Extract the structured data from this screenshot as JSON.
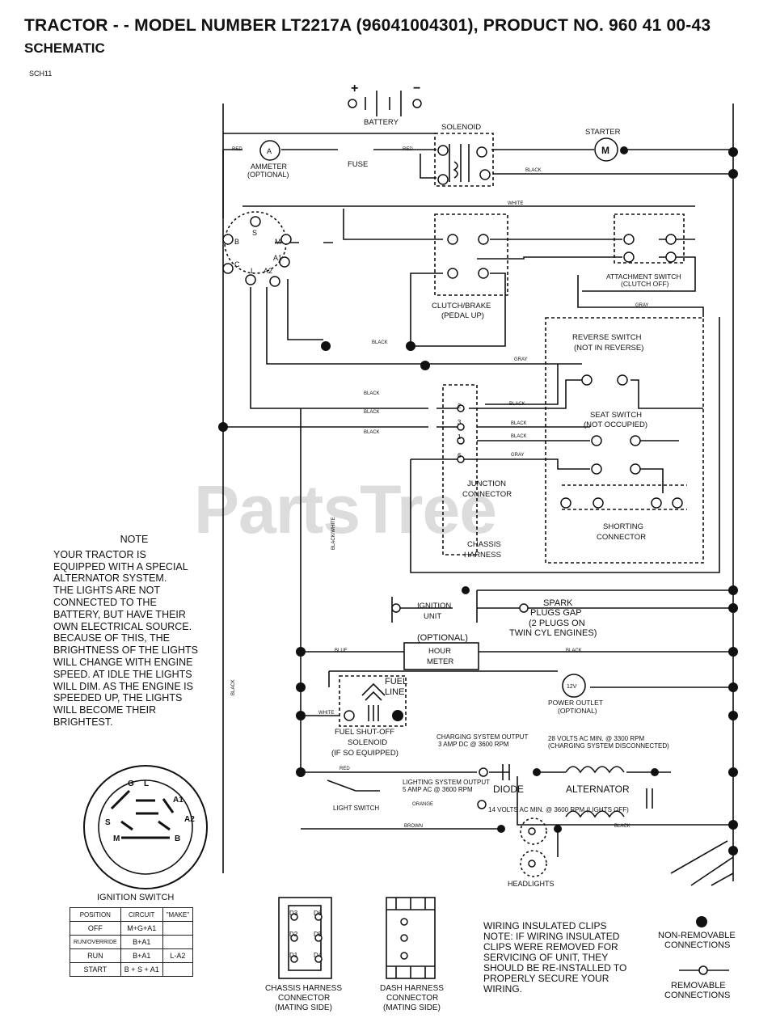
{
  "header": {
    "title": "TRACTOR - - MODEL NUMBER LT2217A (96041004301), PRODUCT NO. 960 41 00-43",
    "subtitle": "SCHEMATIC",
    "code": "SCH11"
  },
  "watermark": "PartsTree",
  "note": {
    "title": "NOTE",
    "lines": [
      "YOUR TRACTOR IS",
      "EQUIPPED WITH A SPECIAL",
      "ALTERNATOR SYSTEM.",
      "THE LIGHTS ARE NOT",
      "CONNECTED TO THE",
      "BATTERY, BUT HAVE THEIR",
      "OWN ELECTRICAL SOURCE.",
      "BECAUSE OF THIS, THE",
      "BRIGHTNESS OF THE LIGHTS",
      "WILL CHANGE WITH ENGINE",
      "SPEED.  AT IDLE THE LIGHTS",
      "WILL DIM.  AS THE ENGINE IS",
      "SPEEDED UP, THE LIGHTS",
      "WILL BECOME THEIR",
      "BRIGHTEST."
    ]
  },
  "components": {
    "battery": "BATTERY",
    "battery_plus": "+",
    "battery_minus": "−",
    "solenoid": "SOLENOID",
    "starter": "STARTER",
    "starter_symbol": "M",
    "ammeter": "AMMETER",
    "ammeter_optional": "(OPTIONAL)",
    "ammeter_symbol": "A",
    "fuse": "FUSE",
    "clutch_brake": "CLUTCH/BRAKE",
    "clutch_brake_sub": "(PEDAL UP)",
    "attachment_switch": "ATTACHMENT SWITCH",
    "attachment_switch_sub": "(CLUTCH OFF)",
    "reverse_switch": "REVERSE SWITCH",
    "reverse_switch_sub": "(NOT IN REVERSE)",
    "seat_switch": "SEAT SWITCH",
    "seat_switch_sub": "(NOT OCCUPIED)",
    "junction_connector": [
      "JUNCTION",
      "CONNECTOR"
    ],
    "shorting_connector": [
      "SHORTING",
      "CONNECTOR"
    ],
    "chassis_harness": [
      "CHASSIS",
      "HARNESS"
    ],
    "ignition_unit": [
      "IGNITION",
      "UNIT"
    ],
    "spark_plugs": [
      "SPARK",
      "PLUGS GAP",
      "(2 PLUGS ON",
      "TWIN CYL ENGINES)"
    ],
    "hour_meter_optional": "(OPTIONAL)",
    "hour_meter": [
      "HOUR",
      "METER"
    ],
    "fuel_line": [
      "FUEL",
      "LINE"
    ],
    "power_outlet": [
      "POWER OUTLET",
      "(OPTIONAL)"
    ],
    "power_outlet_symbol": "12V",
    "fuel_solenoid": [
      "FUEL SHUT-OFF",
      "SOLENOID",
      "(IF SO EQUIPPED)"
    ],
    "charging_output": [
      "CHARGING SYSTEM OUTPUT",
      "3 AMP DC @ 3600 RPM"
    ],
    "ac_open": [
      "28 VOLTS AC MIN. @ 3300 RPM",
      "(CHARGING SYSTEM DISCONNECTED)"
    ],
    "lighting_output": [
      "LIGHTING SYSTEM OUTPUT",
      "5 AMP AC @ 3600 RPM"
    ],
    "ac_lights": "14 VOLTS AC MIN. @ 3600 RPM (LIGHTS OFF)",
    "diode": "DIODE",
    "alternator": "ALTERNATOR",
    "light_switch": "LIGHT SWITCH",
    "headlights": "HEADLIGHTS",
    "ignition_switch": "IGNITION SWITCH"
  },
  "ignition_terminals": [
    "G",
    "L",
    "A1",
    "A2",
    "B",
    "M",
    "S"
  ],
  "switch_terminals": [
    "B",
    "S",
    "M",
    "A1",
    "C",
    "L",
    "A2"
  ],
  "wire_colors": {
    "red": "RED",
    "black": "BLACK",
    "white": "WHITE",
    "gray": "GRAY",
    "blue": "BLUE",
    "orange": "ORANGE",
    "brown": "BROWN",
    "black_white": "BLACK/WHITE"
  },
  "junction_pins": [
    "2",
    "3",
    "1",
    "6"
  ],
  "ignition_table": {
    "headers": [
      "POSITION",
      "CIRCUIT",
      "\"MAKE\""
    ],
    "rows": [
      [
        "OFF",
        "M+G+A1",
        ""
      ],
      [
        "RUN/OVERRIDE",
        "B+A1",
        ""
      ],
      [
        "RUN",
        "B+A1",
        "L-A2"
      ],
      [
        "START",
        "B + S + A1",
        ""
      ]
    ]
  },
  "bottom": {
    "chassis_connector": [
      "CHASSIS HARNESS",
      "CONNECTOR",
      "(MATING SIDE)"
    ],
    "dash_connector": [
      "DASH HARNESS",
      "CONNECTOR",
      "(MATING SIDE)"
    ],
    "chassis_pins": [
      "D3",
      "D6",
      "D2",
      "D5",
      "D1",
      "D4"
    ],
    "wiring_note": [
      "WIRING INSULATED CLIPS",
      "NOTE: IF WIRING INSULATED",
      "CLIPS WERE REMOVED FOR",
      "SERVICING OF UNIT, THEY",
      "SHOULD BE RE-INSTALLED TO",
      "PROPERLY SECURE YOUR",
      "WIRING."
    ],
    "non_removable": [
      "NON-REMOVABLE",
      "CONNECTIONS"
    ],
    "removable": [
      "REMOVABLE",
      "CONNECTIONS"
    ]
  }
}
